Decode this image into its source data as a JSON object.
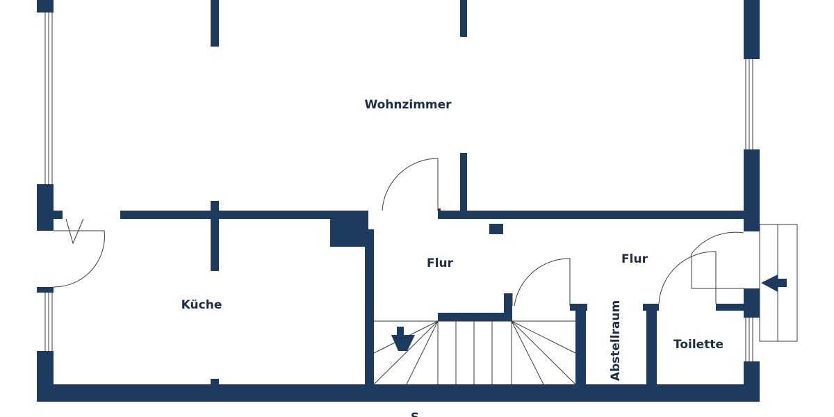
{
  "colors": {
    "wall": "#1d3a5f",
    "label": "#1d2e45"
  },
  "rooms": {
    "wohnzimmer": "Wohnzimmer",
    "kueche": "Küche",
    "flur_1": "Flur",
    "flur_2": "Flur",
    "abstellraum": "Abstellraum",
    "toilette": "Toilette"
  },
  "compass": "S",
  "icons": {
    "stair_direction": "arrow-down-icon",
    "entrance": "arrow-left-icon"
  }
}
